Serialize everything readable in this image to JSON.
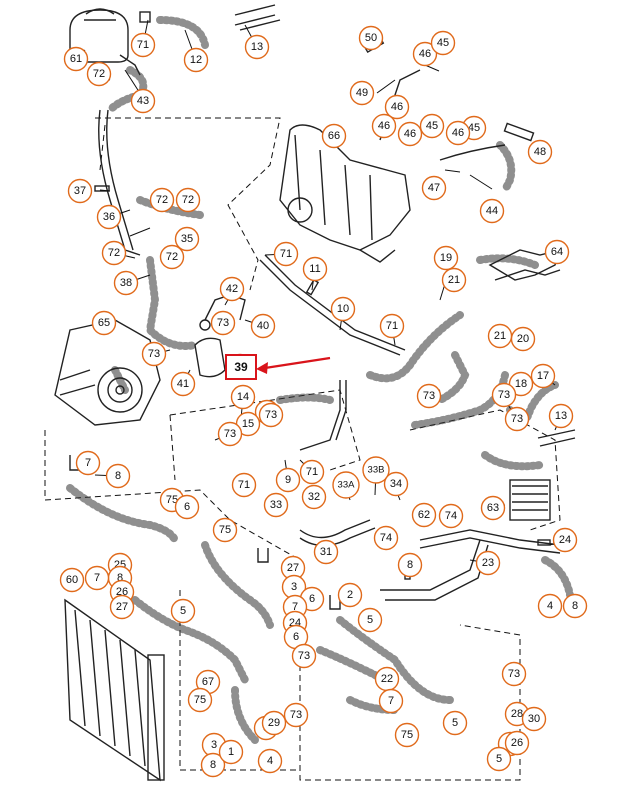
{
  "highlight": {
    "label": "39",
    "color": "#d9141b"
  },
  "callout_color": "#e06a1b",
  "callouts": [
    "71",
    "13",
    "61",
    "12",
    "50",
    "46",
    "45",
    "72",
    "43",
    "49",
    "46",
    "45",
    "66",
    "46",
    "46",
    "45",
    "48",
    "46",
    "47",
    "37",
    "44",
    "36",
    "72",
    "35",
    "72",
    "72",
    "72",
    "71",
    "64",
    "11",
    "38",
    "42",
    "73",
    "19",
    "40",
    "10",
    "21",
    "65",
    "71",
    "20",
    "73",
    "41",
    "39",
    "21",
    "17",
    "73",
    "18",
    "14",
    "73",
    "16",
    "73",
    "15",
    "73",
    "13",
    "71",
    "73",
    "7",
    "8",
    "9",
    "33A",
    "33B",
    "71",
    "32",
    "34",
    "62",
    "75",
    "6",
    "33",
    "31",
    "74",
    "74",
    "63",
    "75",
    "24",
    "23",
    "60",
    "25",
    "8",
    "7",
    "26",
    "27",
    "27",
    "5",
    "3",
    "6",
    "2",
    "7",
    "5",
    "8",
    "24",
    "6",
    "4",
    "8",
    "73",
    "22",
    "67",
    "73",
    "75",
    "7",
    "5",
    "3",
    "75",
    "5",
    "73",
    "29",
    "28",
    "30",
    "8",
    "1",
    "4",
    "5",
    "26",
    "5",
    "3",
    "4"
  ]
}
